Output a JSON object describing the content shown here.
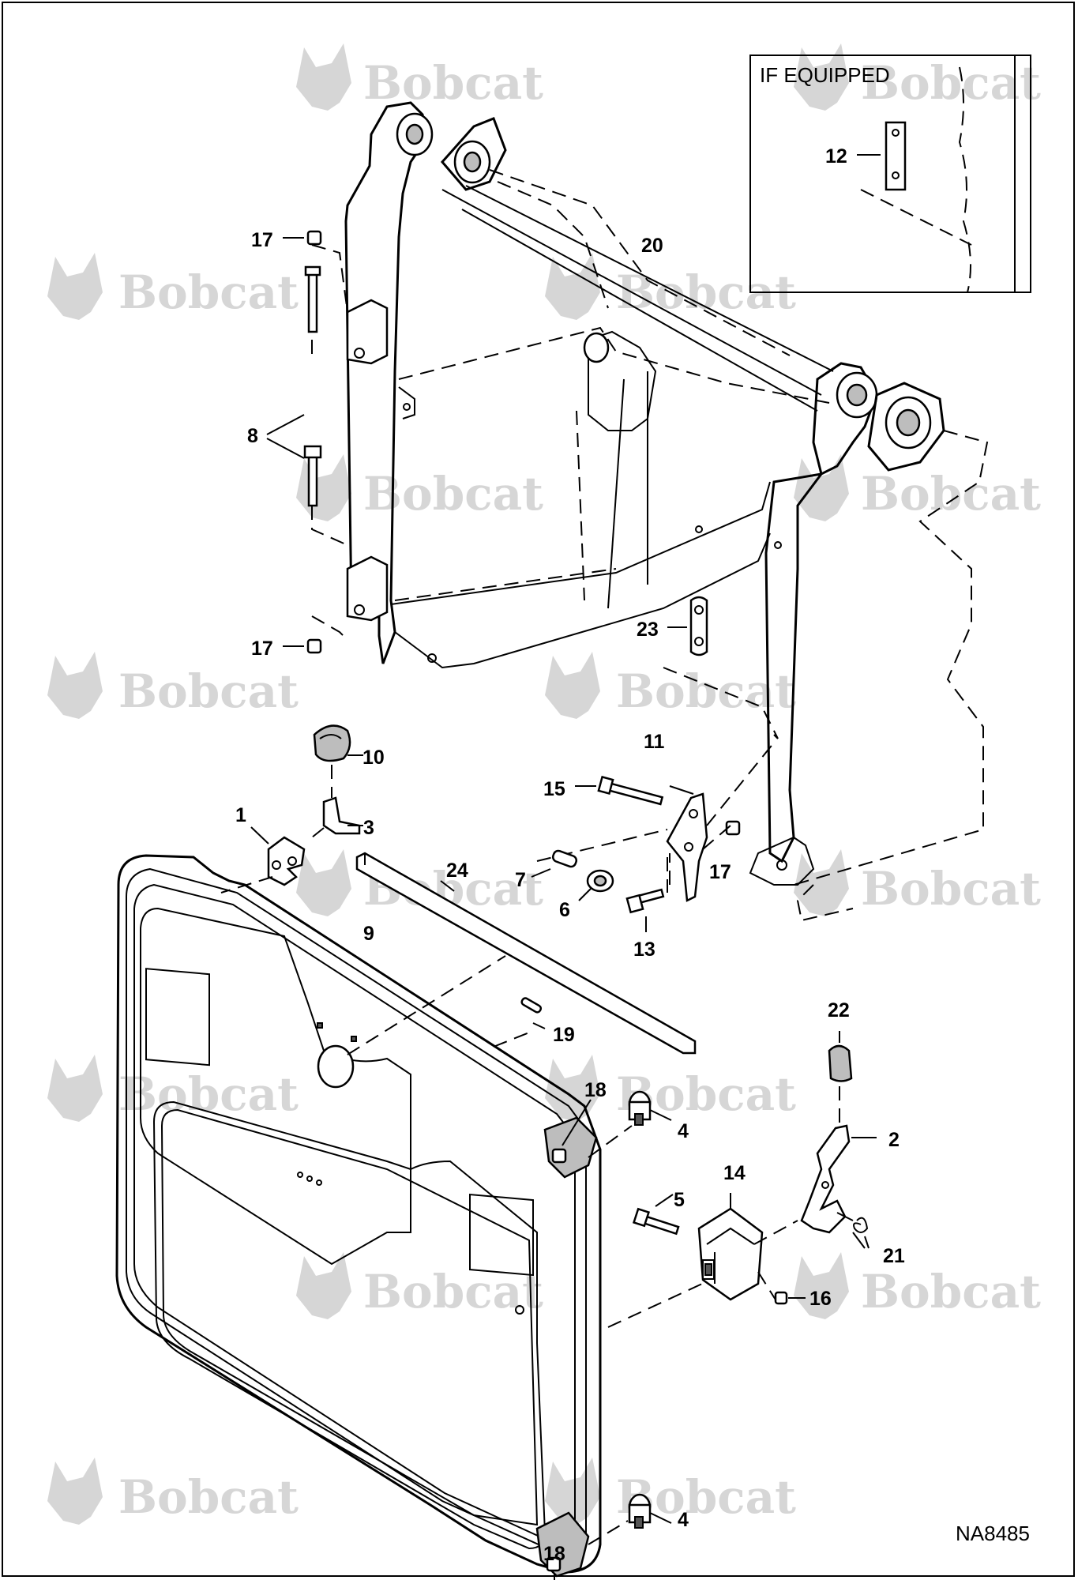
{
  "figure_code": "NA8485",
  "inset": {
    "title": "IF EQUIPPED"
  },
  "watermark": {
    "brand": "Bobcat"
  },
  "part_labels": {
    "p1": "1",
    "p2": "2",
    "p3": "3",
    "p4a": "4",
    "p4b": "4",
    "p5": "5",
    "p6": "6",
    "p7": "7",
    "p8": "8",
    "p9": "9",
    "p10": "10",
    "p11": "11",
    "p12": "12",
    "p13": "13",
    "p14": "14",
    "p15": "15",
    "p16": "16",
    "p17a": "17",
    "p17b": "17",
    "p17c": "17",
    "p18a": "18",
    "p18b": "18",
    "p19": "19",
    "p20": "20",
    "p21": "21",
    "p22": "22",
    "p23": "23",
    "p24": "24"
  }
}
